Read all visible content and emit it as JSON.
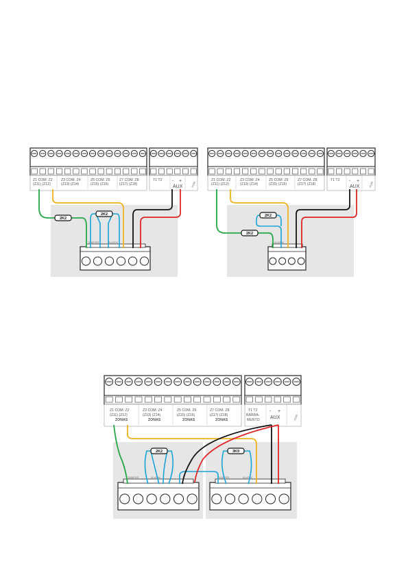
{
  "diagram1": {
    "zones": [
      {
        "l1": "Z1 COM. Z2",
        "l2": "(Z11)  (Z12)"
      },
      {
        "l1": "Z3 COM. Z4",
        "l2": "(Z13)  (Z14)"
      },
      {
        "l1": "Z5 COM. Z6",
        "l2": "(Z15)  (Z16)"
      },
      {
        "l1": "Z7 COM. Z8",
        "l2": "(Z17)  (Z18)"
      }
    ],
    "t_label": "T1   T2",
    "minus": "-",
    "plus": "+",
    "aux": "AUX",
    "pgm": "PGM",
    "res_a": "2K2",
    "res_b": "2K2",
    "tamper": "TAMPER",
    "alarm": "ALARM"
  },
  "diagram2": {
    "zones": [
      {
        "l1": "Z1 COM. Z2",
        "l2": "(Z11)  (Z12)"
      },
      {
        "l1": "Z3 COM. Z4",
        "l2": "(Z13)  (Z14)"
      },
      {
        "l1": "Z5 COM. Z6",
        "l2": "(Z15)  (Z16)"
      },
      {
        "l1": "Z7 COM. Z8",
        "l2": "(Z17)  (Z18)"
      }
    ],
    "t_label": "T1   T2",
    "minus": "-",
    "plus": "+",
    "aux": "AUX",
    "pgm": "PGM",
    "res_a": "2K2",
    "res_b": "2K2",
    "alarm": "ALARM"
  },
  "diagram3": {
    "zones": [
      {
        "l1": "Z1 COM. Z2",
        "l2": "(Z11)  (Z12)",
        "l3": "ZONAS"
      },
      {
        "l1": "Z3 COM. Z4",
        "l2": "(Z13)  (Z14)",
        "l3": "ZONAS"
      },
      {
        "l1": "Z5 COM. Z6",
        "l2": "(Z15)  (Z16)",
        "l3": "ZONAS"
      },
      {
        "l1": "Z7 COM. Z8",
        "l2": "(Z17)  (Z18)",
        "l3": "ZONAS"
      }
    ],
    "t_label": "T1   T2",
    "barra1": "BARRA-",
    "barra2": "MENTO",
    "minus": "-",
    "plus": "+",
    "aux": "AUX",
    "pgm": "PGM",
    "res_a": "2K2",
    "res_b": "3K9",
    "tamper1": "TAMPER",
    "alarm1": "ALARM",
    "tamper2": "TAMPER",
    "alarm2": "ALARM"
  },
  "colors": {
    "green": "#22a845",
    "yellow": "#f2b01e",
    "blue": "#1aa3d9",
    "black": "#111111",
    "red": "#e02424",
    "panel_gray": "#e6e6e6"
  }
}
